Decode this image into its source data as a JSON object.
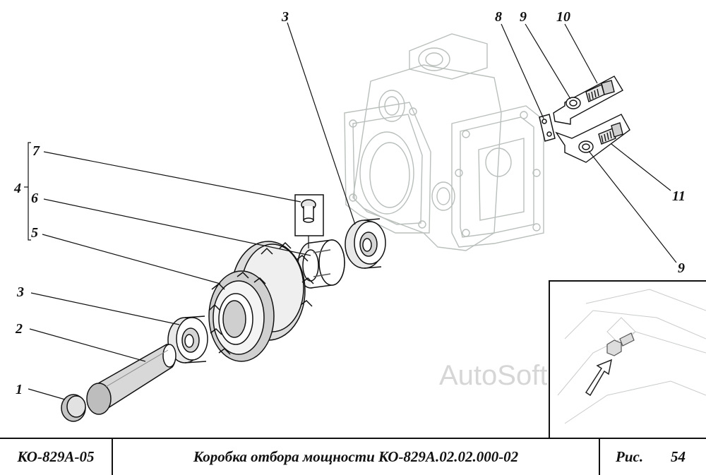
{
  "callouts": {
    "n1": "1",
    "n2": "2",
    "n3_left": "3",
    "n3_top": "3",
    "n4": "4",
    "n5": "5",
    "n6": "6",
    "n7": "7",
    "n8": "8",
    "n9_top": "9",
    "n9_bottom": "9",
    "n10": "10",
    "n11": "11"
  },
  "title_block": {
    "model": "КО-829А-05",
    "title": "Коробка отбора мощности КО-829А.02.02.000-02",
    "fig_label": "Рис.",
    "fig_number": "54"
  },
  "watermark": "AutoSoft",
  "colors": {
    "line": "#111111",
    "housing": "#c8ccc9",
    "accent": "#777777"
  }
}
